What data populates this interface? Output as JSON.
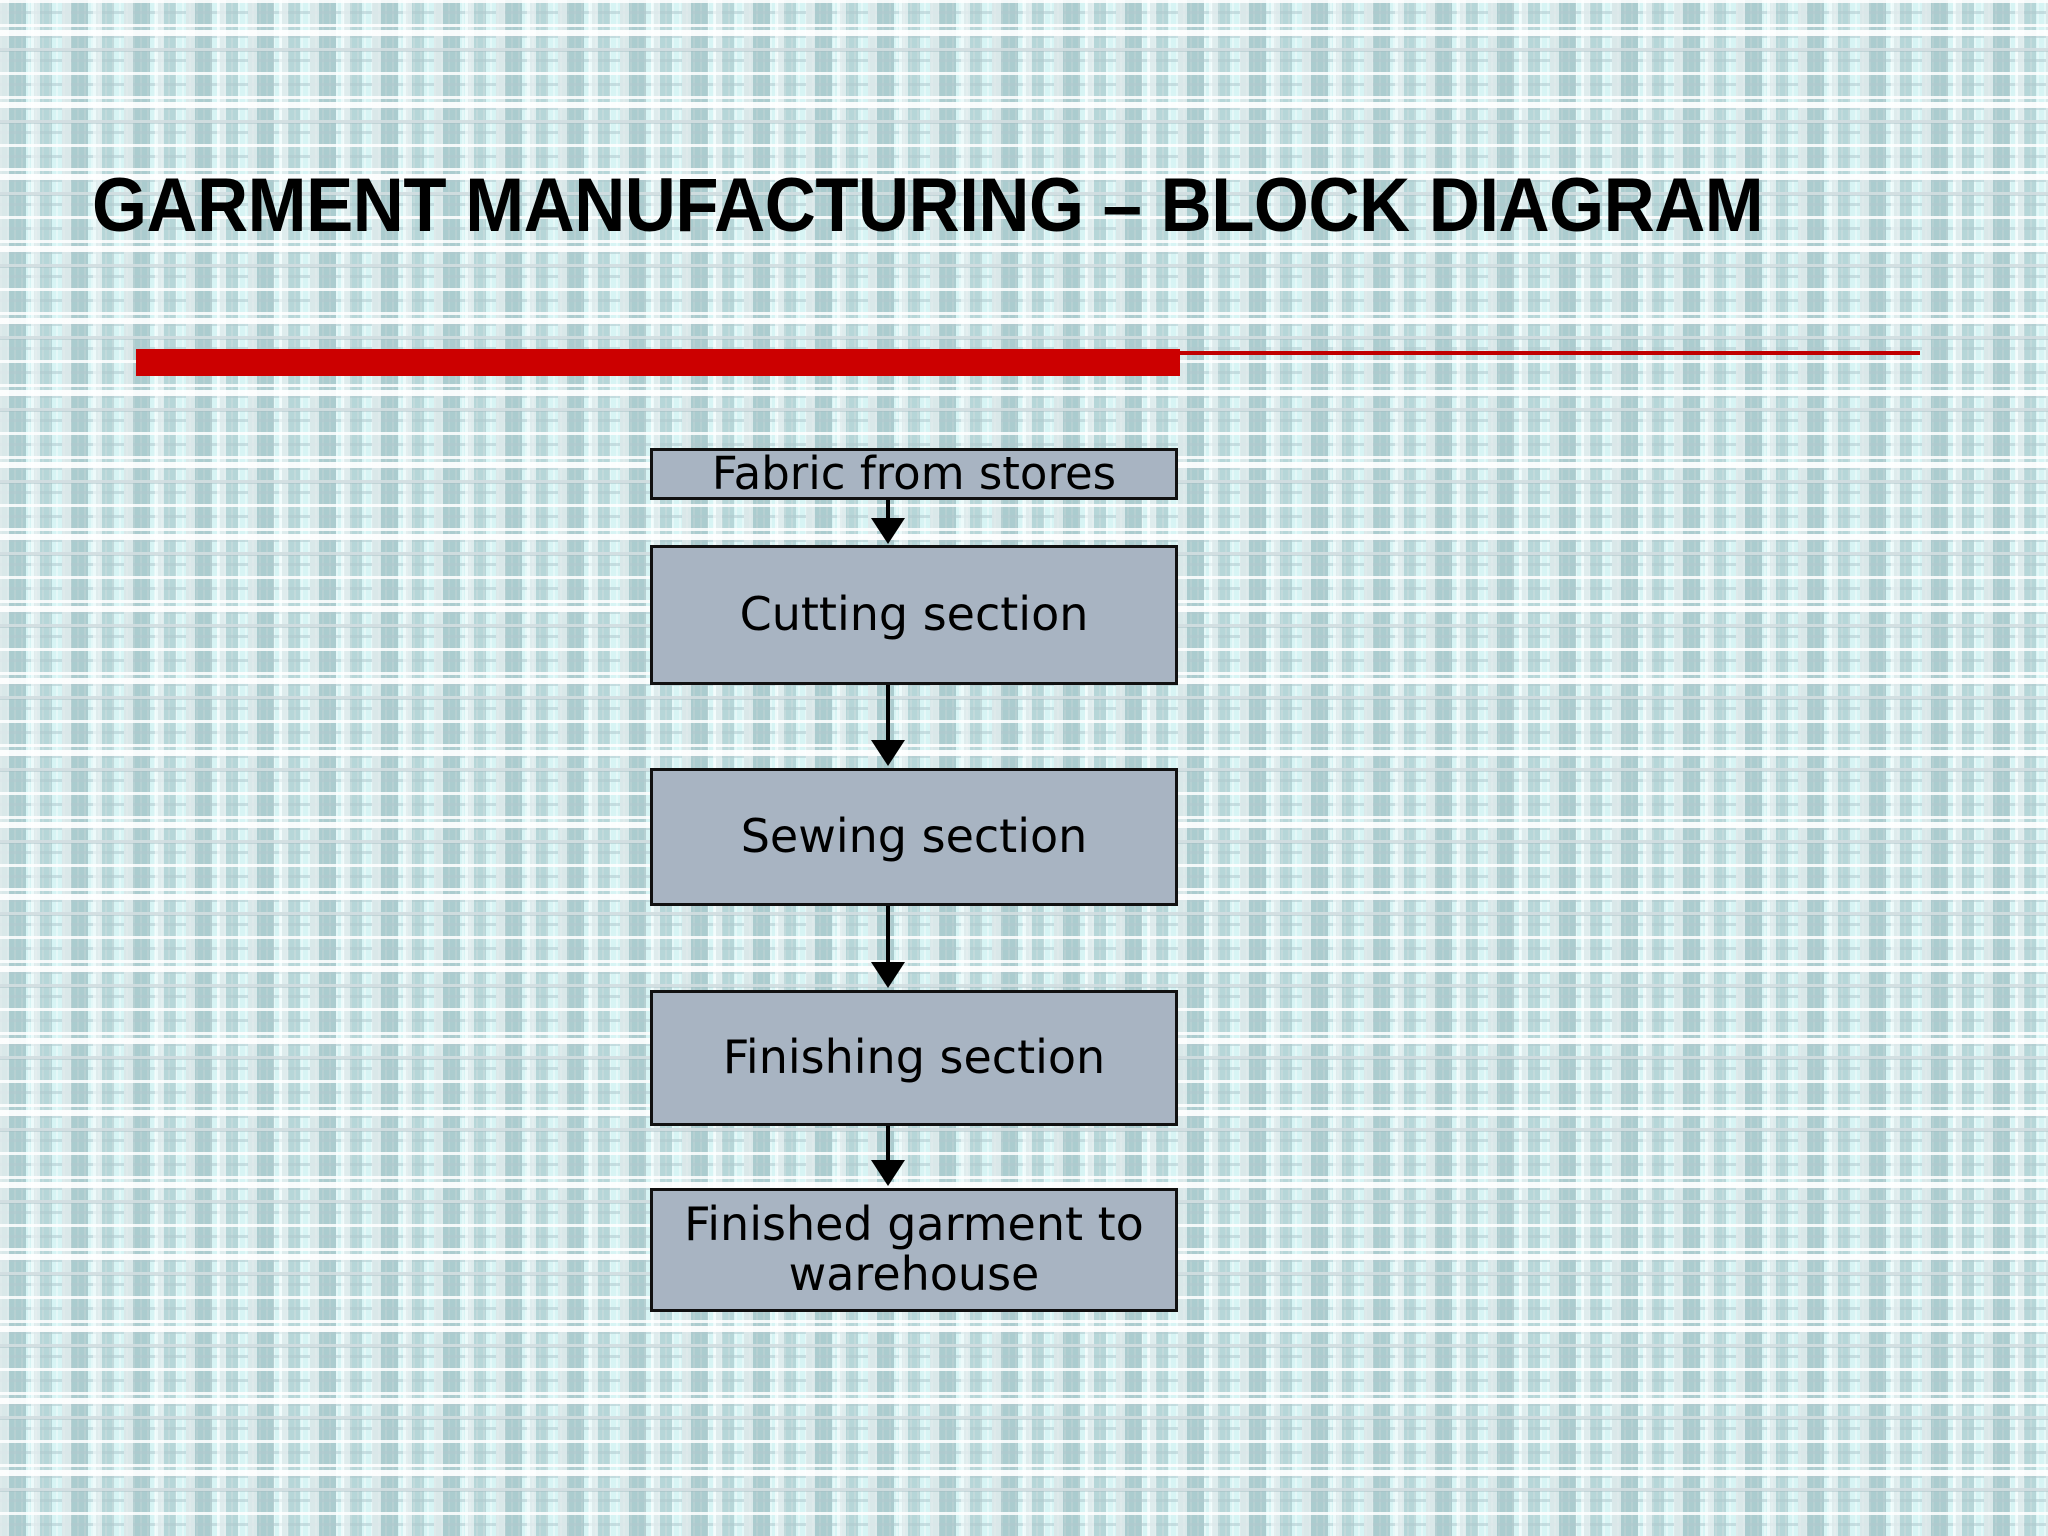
{
  "slide": {
    "title": "GARMENT MANUFACTURING – BLOCK DIAGRAM",
    "background_color": "#d7f4f4",
    "accent_rule_color": "#cc0000"
  },
  "diagram": {
    "type": "flowchart",
    "orientation": "vertical",
    "node_fill_color": "#a8b4c2",
    "node_border_color": "#111111",
    "connector_color": "#000000",
    "nodes": [
      {
        "id": "fabric",
        "label": "Fabric from stores"
      },
      {
        "id": "cutting",
        "label": "Cutting section"
      },
      {
        "id": "sewing",
        "label": "Sewing section"
      },
      {
        "id": "finishing",
        "label": "Finishing section"
      },
      {
        "id": "warehouse",
        "label": "Finished garment to warehouse"
      }
    ],
    "edges": [
      {
        "from": "fabric",
        "to": "cutting",
        "arrow": "down"
      },
      {
        "from": "cutting",
        "to": "sewing",
        "arrow": "down"
      },
      {
        "from": "sewing",
        "to": "finishing",
        "arrow": "down"
      },
      {
        "from": "finishing",
        "to": "warehouse",
        "arrow": "down"
      }
    ]
  }
}
